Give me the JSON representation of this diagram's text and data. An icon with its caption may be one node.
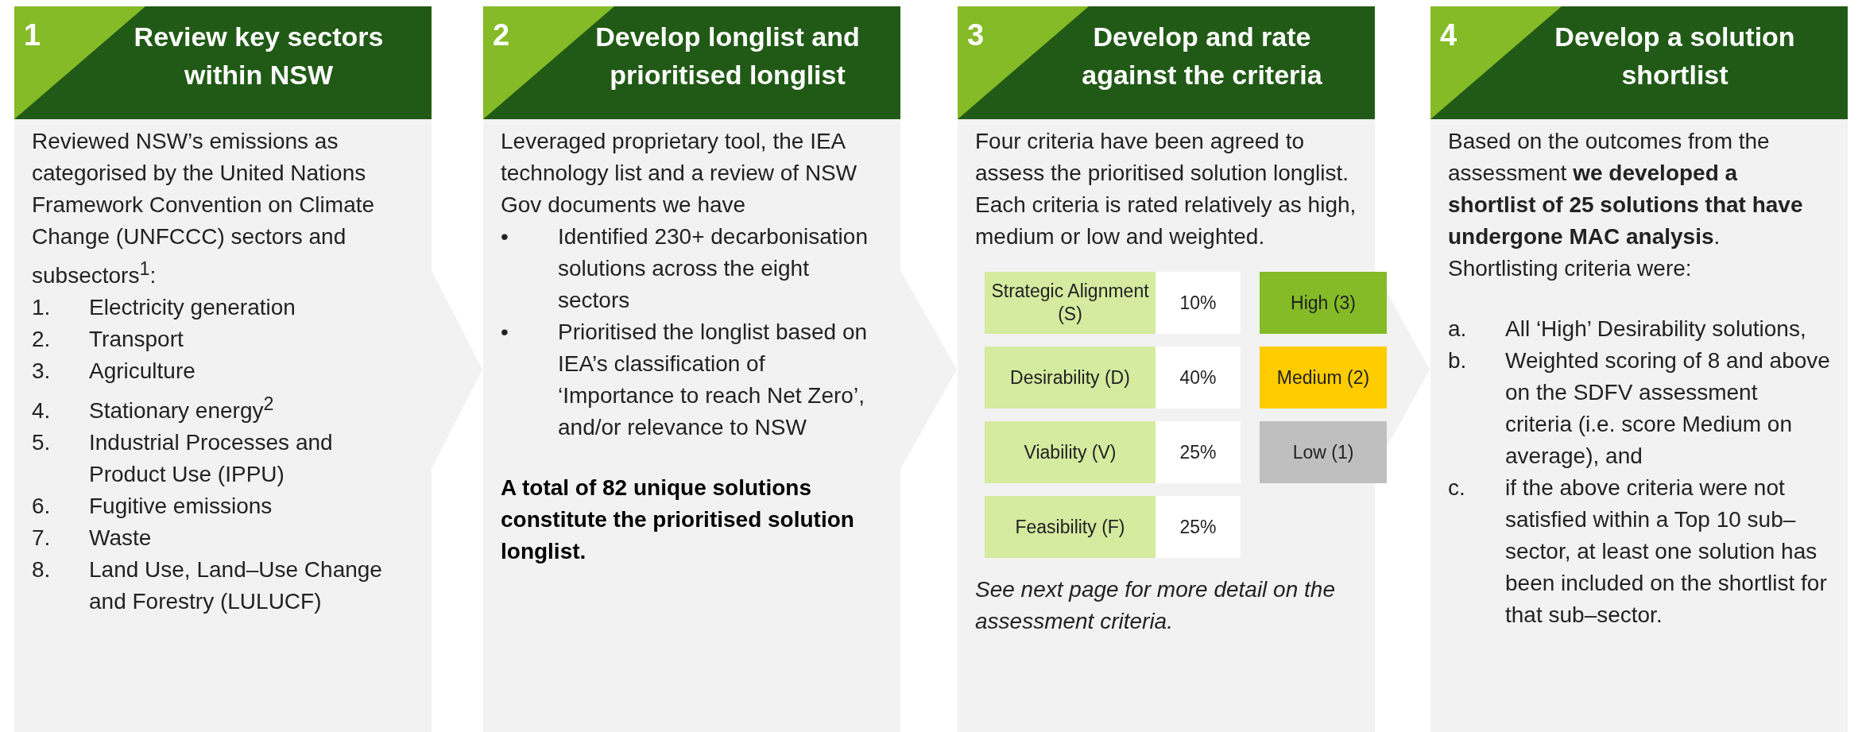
{
  "diagram": {
    "nodes": [
      {
        "text": [
          "1",
          "Review key sectors within NSW",
          "Reviewed NSW’s emissions as categorised by the United Nations Framework Convention on Climate Change (UNFCCC) sectors and subsectors$^{1}$:",
          "1. Electricity generation",
          "2. Transport",
          "3. Agriculture",
          "4. Stationary energy$^{2}$",
          "5. Industrial Processes and Product Use (IPPU)",
          "6. Fugitive emissions",
          "7. Waste",
          "8. Land Use, Land–Use Change and Forestry (LULUCF)"
        ]
      },
      {
        "text": [
          "2",
          "Develop longlist and prioritised longlist",
          "Leveraged proprietary tool, the IEA technology list and a review of NSW Gov documents we have",
          "• Identified 230+ decarbonisation solutions across the eight sectors",
          "• Prioritised the longlist based on IEA’s classification of ‘Importance to reach Net Zero’, and/or relevance to NSW",
          "A total of 82 unique solutions constitute the prioritised solution longlist."
        ]
      },
      {
        "text": [
          "3",
          "Develop and rate against the criteria",
          "Four criteria have been agreed to assess the prioritised solution longlist. Each criteria is rated relatively as high, medium or low and weighted.",
          "See next page for more detail on the assessment criteria."
        ]
      },
      {
        "text": [
          "Strategic Alignment (S)"
        ],
        "in": 2
      },
      {
        "text": [
          "10%"
        ],
        "in": 2
      },
      {
        "text": [
          "High (3)"
        ],
        "in": 2
      },
      {
        "text": [
          "Desirability (D)"
        ],
        "in": 2
      },
      {
        "text": [
          "40%"
        ],
        "in": 2
      },
      {
        "text": [
          "Medium (2)"
        ],
        "in": 2
      },
      {
        "text": [
          "Viability (V)"
        ],
        "in": 2
      },
      {
        "text": [
          "25%"
        ],
        "in": 2
      },
      {
        "text": [
          "Low (1)"
        ],
        "in": 2
      },
      {
        "text": [
          "Feasibility (F)"
        ],
        "in": 2
      },
      {
        "text": [
          "25%"
        ],
        "in": 2
      },
      {
        "text": [
          "4",
          "Develop a solution shortlist",
          "Based on the outcomes from the assessment **we developed a shortlist of 25 solutions that have undergone MAC analysis**.",
          "Shortlisting criteria were:",
          "a. All ‘High’ Desirability solutions,",
          "b. Weighted scoring of 8 and above on the SDFV assessment criteria (i.e. score Medium on average), and",
          "c. if the above criteria were not satisfied within a Top 10 sub–sector, at least one solution has been included on the shortlist for that sub–sector."
        ]
      }
    ],
    "edges": [
      {
        "from": 0,
        "to": 1,
        "arrow": "to"
      },
      {
        "from": 1,
        "to": 2,
        "arrow": "to"
      },
      {
        "from": 2,
        "to": 14,
        "arrow": "to"
      }
    ]
  }
}
